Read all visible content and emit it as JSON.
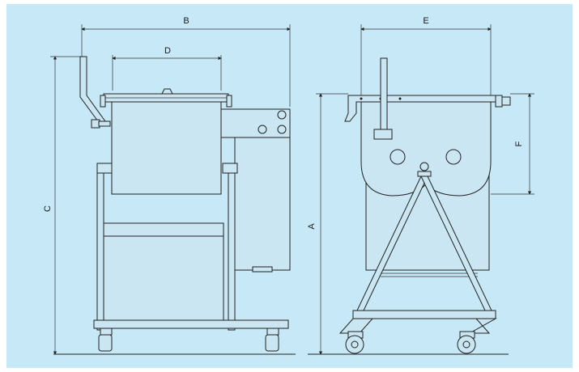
{
  "colors": {
    "background": "#c7e8f6",
    "line": "#222222",
    "frame": "#ffffff"
  },
  "dimension_labels": {
    "A": "A",
    "B": "B",
    "C": "C",
    "D": "D",
    "E": "E",
    "F": "F"
  }
}
